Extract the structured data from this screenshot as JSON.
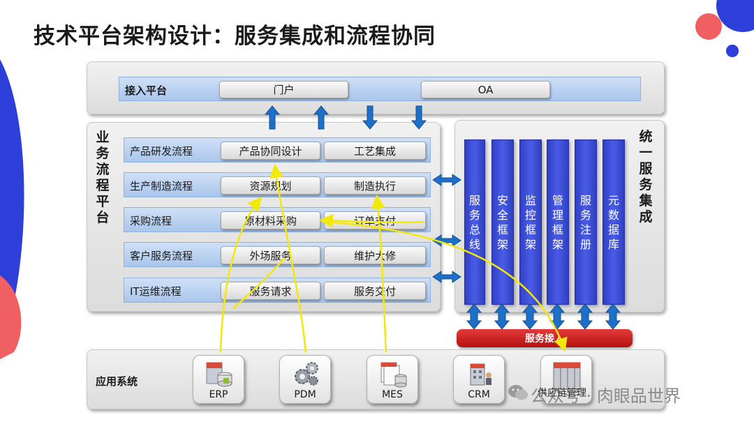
{
  "title": "技术平台架构设计：服务集成和流程协同",
  "access_platform": {
    "label": "接入平台",
    "items": [
      "门户",
      "OA"
    ]
  },
  "business_process": {
    "title": "业务流程平台",
    "rows": [
      {
        "label": "产品研发流程",
        "items": [
          "产品协同设计",
          "工艺集成"
        ]
      },
      {
        "label": "生产制造流程",
        "items": [
          "资源规划",
          "制造执行"
        ]
      },
      {
        "label": "采购流程",
        "items": [
          "原材料采购",
          "订单支付"
        ]
      },
      {
        "label": "客户服务流程",
        "items": [
          "外场服务",
          "维护大修"
        ]
      },
      {
        "label": "IT运维流程",
        "items": [
          "服务请求",
          "服务交付"
        ]
      }
    ]
  },
  "service_integration": {
    "title": "统一服务集成",
    "columns": [
      "服务总线",
      "安全框架",
      "监控框架",
      "管理框架",
      "服务注册",
      "元数据库"
    ],
    "access_bar": "服务接入"
  },
  "app_systems": {
    "label": "应用系统",
    "items": [
      {
        "name": "ERP",
        "icon": "database-icon"
      },
      {
        "name": "PDM",
        "icon": "gears-icon"
      },
      {
        "name": "MES",
        "icon": "document-stack-icon"
      },
      {
        "name": "CRM",
        "icon": "building-icon"
      },
      {
        "name": "",
        "icon": "server-rack-icon"
      }
    ]
  },
  "watermark": "公众号 · 肉眼品世界",
  "watermark_overlay": "供应链管理",
  "colors": {
    "service_column": "#3a4bd6",
    "service_access_bar": "#c81e1e",
    "arrow_blue": "#1e6fc8",
    "flow_line": "#f2e80a",
    "decor_blue": "#2d3fd8",
    "decor_coral": "#f06062"
  }
}
